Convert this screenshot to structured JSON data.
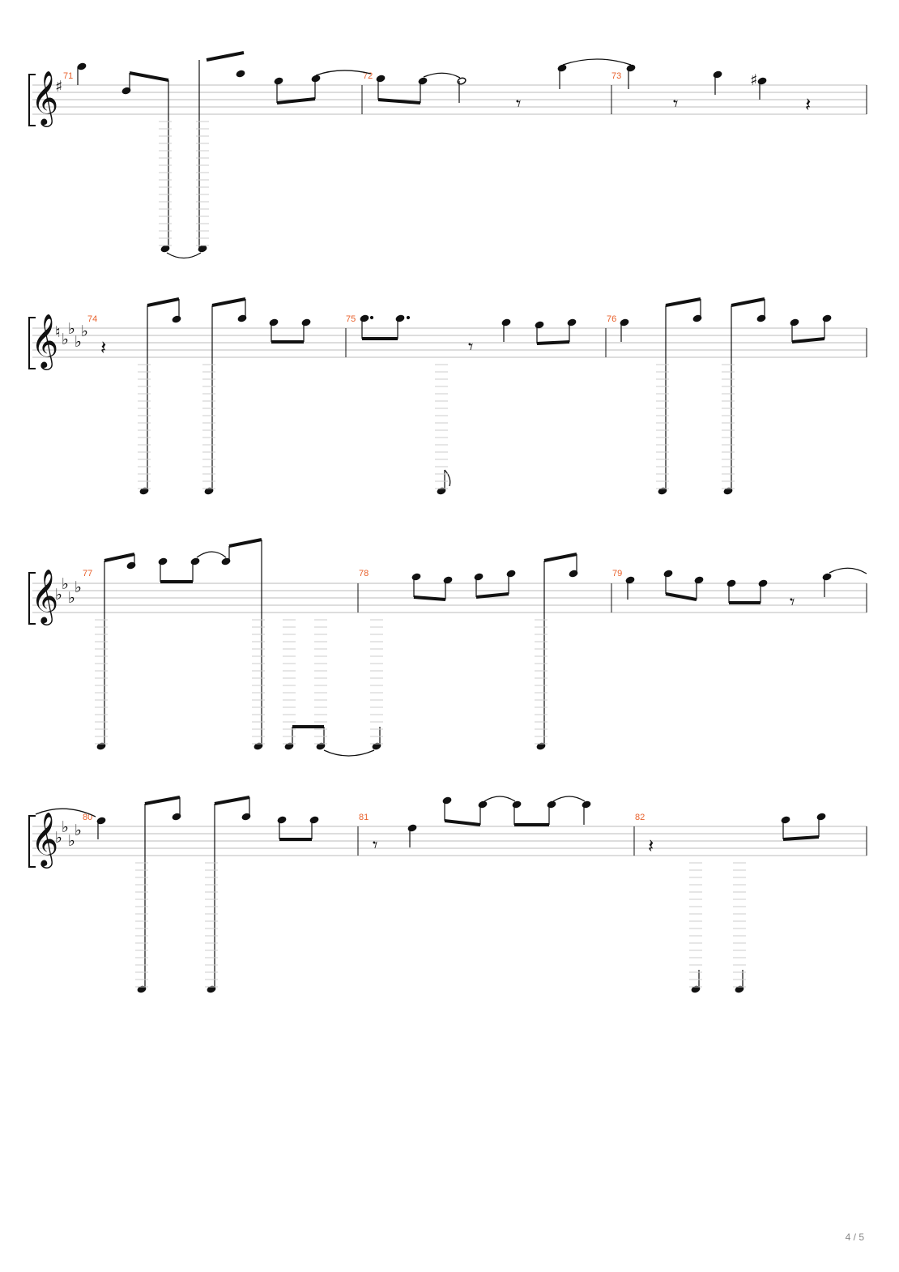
{
  "page": {
    "label": "4 / 5"
  },
  "systems": [
    {
      "key": "sharp",
      "accidentals": [
        "♯"
      ],
      "measures": [
        {
          "number": "71"
        },
        {
          "number": "72"
        },
        {
          "number": "73"
        }
      ]
    },
    {
      "key": "flats",
      "accidentals": [
        "♮",
        "♭",
        "♭",
        "♭",
        "♭"
      ],
      "measures": [
        {
          "number": "74"
        },
        {
          "number": "75"
        },
        {
          "number": "76"
        }
      ]
    },
    {
      "key": "flats",
      "accidentals": [
        "♭",
        "♭",
        "♭",
        "♭"
      ],
      "measures": [
        {
          "number": "77"
        },
        {
          "number": "78"
        },
        {
          "number": "79"
        }
      ]
    },
    {
      "key": "flats",
      "accidentals": [
        "♭",
        "♭",
        "♭",
        "♭"
      ],
      "measures": [
        {
          "number": "80"
        },
        {
          "number": "81"
        },
        {
          "number": "82"
        }
      ]
    }
  ],
  "colors": {
    "measure_number": "#e8612c",
    "staff": "#bbbbbb",
    "ink": "#111111"
  }
}
